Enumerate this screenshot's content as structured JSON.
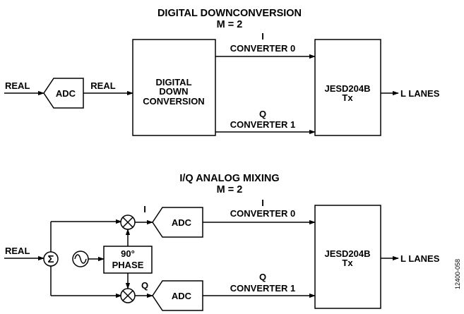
{
  "top": {
    "title": "DIGITAL DOWNCONVERSION",
    "m_label": "M = 2",
    "input_label": "REAL",
    "adc_label": "ADC",
    "adc_output_label": "REAL",
    "ddc_line1": "DIGITAL",
    "ddc_line2": "DOWN",
    "ddc_line3": "CONVERSION",
    "i_label": "I",
    "i_converter": "CONVERTER 0",
    "q_label": "Q",
    "q_converter": "CONVERTER 1",
    "jesd_line1": "JESD204B",
    "jesd_line2": "Tx",
    "output_label": "L LANES"
  },
  "bottom": {
    "title": "I/Q ANALOG MIXING",
    "m_label": "M = 2",
    "input_label": "REAL",
    "sum_symbol": "Σ",
    "phase_line1": "90°",
    "phase_line2": "PHASE",
    "i_mixer_label": "I",
    "q_mixer_label": "Q",
    "adc_i_label": "ADC",
    "adc_q_label": "ADC",
    "i_label": "I",
    "i_converter": "CONVERTER 0",
    "q_label": "Q",
    "q_converter": "CONVERTER 1",
    "jesd_line1": "JESD204B",
    "jesd_line2": "Tx",
    "output_label": "L LANES"
  },
  "figure_id": "12400-058"
}
